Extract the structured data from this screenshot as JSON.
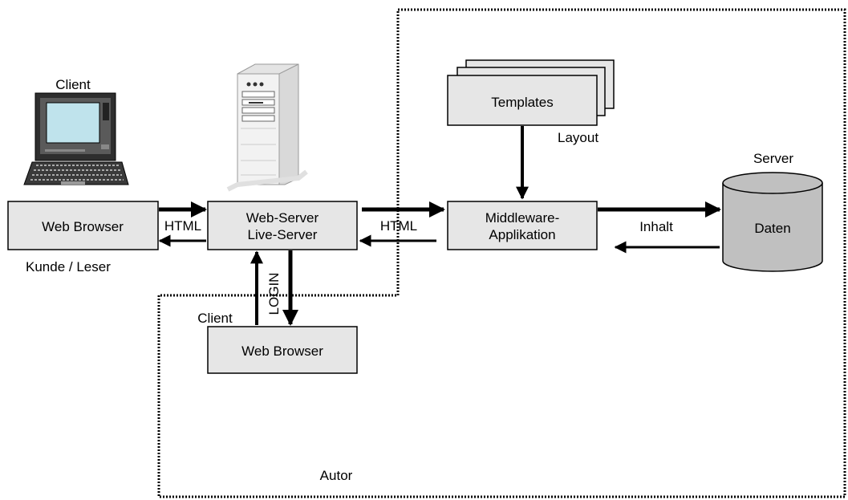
{
  "nodes": {
    "web_browser_reader": "Web Browser",
    "web_server_line1": "Web-Server",
    "web_server_line2": "Live-Server",
    "middleware_line1": "Middleware-",
    "middleware_line2": "Applikation",
    "templates": "Templates",
    "daten": "Daten",
    "web_browser_author": "Web Browser"
  },
  "labels": {
    "client_top": "Client",
    "client_bottom": "Client",
    "kunde_leser": "Kunde / Leser",
    "server": "Server",
    "layout": "Layout",
    "html_left": "HTML",
    "html_right": "HTML",
    "inhalt": "Inhalt",
    "login": "LOGIN",
    "autor": "Autor"
  },
  "colors": {
    "box_fill": "#e6e6e6",
    "box_stroke": "#000000",
    "cylinder_fill": "#c0c0c0",
    "arrow": "#000000",
    "screen": "#bfe3ec"
  },
  "icons": {
    "client_computer": "desktop-computer-icon",
    "server_tower": "server-tower-icon"
  }
}
